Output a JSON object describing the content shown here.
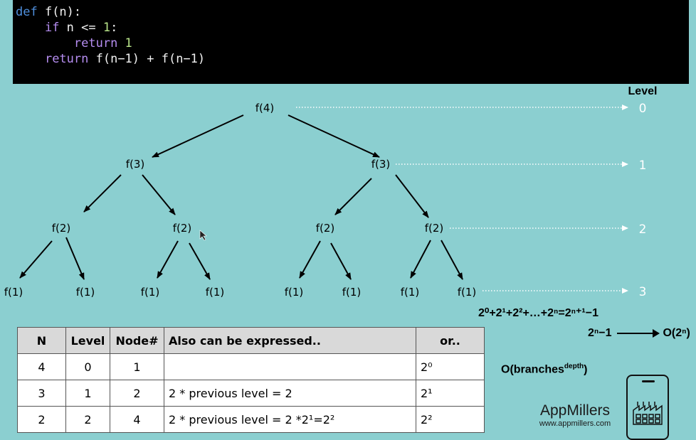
{
  "code": {
    "line1": {
      "kw": "def",
      "rest": " f(n):"
    },
    "line2": {
      "indent": "    ",
      "kw": "if",
      "rest": " n <= ",
      "num": "1",
      "tail": ":"
    },
    "line3": {
      "indent": "        ",
      "kw": "return",
      "num": " 1"
    },
    "line4": {
      "indent": "    ",
      "kw": "return",
      "rest": " f(n−1) + f(n−1)"
    }
  },
  "tree": {
    "level_heading": "Level",
    "levels": [
      "0",
      "1",
      "2",
      "3"
    ],
    "nodes": {
      "root": "f(4)",
      "l1": [
        "f(3)",
        "f(3)"
      ],
      "l2": [
        "f(2)",
        "f(2)",
        "f(2)",
        "f(2)"
      ],
      "l3": [
        "f(1)",
        "f(1)",
        "f(1)",
        "f(1)",
        "f(1)",
        "f(1)",
        "f(1)",
        "f(1)"
      ]
    }
  },
  "formulas": {
    "sum": "2⁰+2¹+2²+…+2ⁿ=2ⁿ⁺¹−1",
    "result_left": "2ⁿ−1",
    "result_right": "O(2ⁿ)",
    "bigo_base": "O(branches",
    "bigo_sup": "depth",
    "bigo_close": ")"
  },
  "table": {
    "headers": [
      "N",
      "Level",
      "Node#",
      "Also can be expressed..",
      "or.."
    ],
    "rows": [
      {
        "n": "4",
        "level": "0",
        "nodes": "1",
        "expr": "",
        "or": "2⁰"
      },
      {
        "n": "3",
        "level": "1",
        "nodes": "2",
        "expr": "2 * previous level = 2",
        "or": "2¹"
      },
      {
        "n": "2",
        "level": "2",
        "nodes": "4",
        "expr": "2 * previous level = 2 *2¹=2²",
        "or": "2²"
      }
    ]
  },
  "brand": {
    "name": "AppMillers",
    "url": "www.appmillers.com",
    "icon": "factory-phone-icon"
  }
}
